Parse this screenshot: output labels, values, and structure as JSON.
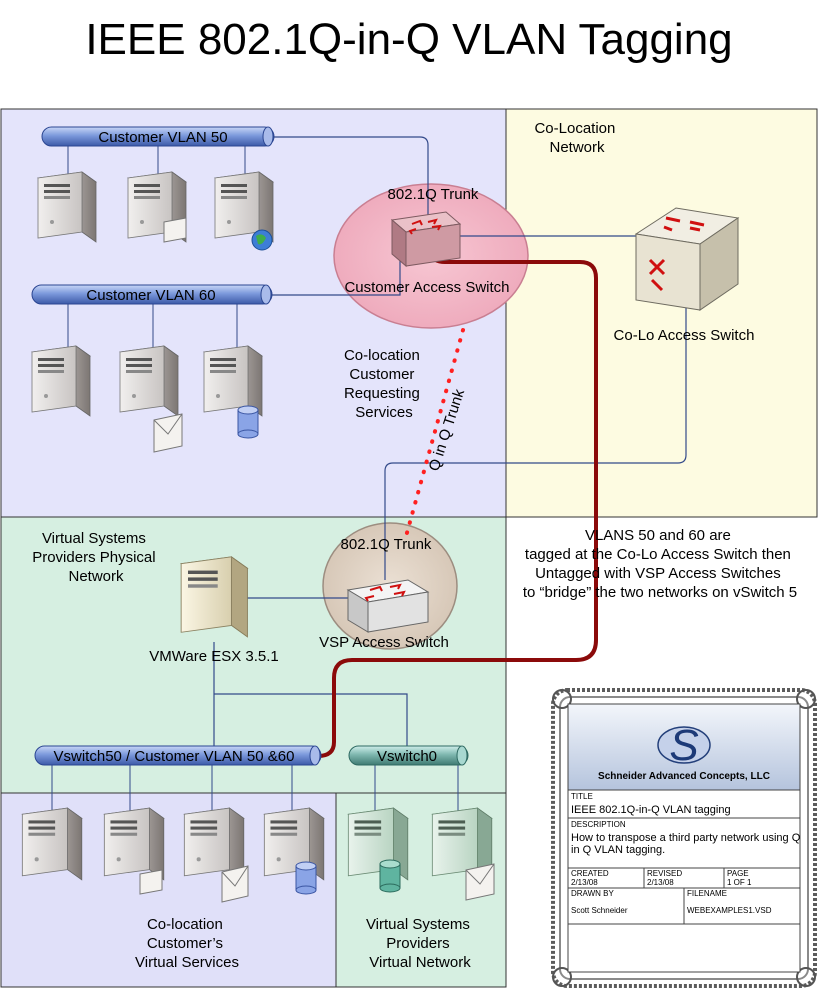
{
  "title": "IEEE 802.1Q-in-Q VLAN Tagging",
  "regions": {
    "customer_network_label": [
      "Co-location",
      "Customer",
      "Requesting",
      "Services"
    ],
    "colocation_label": [
      "Co-Location",
      "Network"
    ],
    "vsp_physical_label": [
      "Virtual Systems",
      "Providers Physical",
      "Network"
    ],
    "colo_virtual_label": [
      "Co-location",
      "Customer’s",
      "Virtual Services"
    ],
    "vsp_virtual_label": [
      "Virtual Systems",
      "Providers",
      "Virtual Network"
    ]
  },
  "buses": {
    "vlan50": "Customer VLAN 50",
    "vlan60": "Customer VLAN 60",
    "vswitch50": "Vswitch50 / Customer VLAN 50 &60",
    "vswitch0": "Vswitch0"
  },
  "devices": {
    "customer_access_switch": "Customer Access Switch",
    "trunk_top": "802.1Q Trunk",
    "colo_access_switch": "Co-Lo Access Switch",
    "vsp_access_switch": "VSP Access Switch",
    "trunk_bottom": "802.1Q Trunk",
    "vmware_host": "VMWare ESX 3.5.1",
    "q_in_q_trunk": "Q in Q Trunk"
  },
  "note": [
    "VLANS 50 and 60 are",
    "tagged at the Co-Lo Access Switch then",
    "Untagged with VSP Access Switches",
    "to “bridge” the two networks on vSwitch 5"
  ],
  "title_block": {
    "company": "Schneider Advanced Concepts, LLC",
    "title_label": "TITLE",
    "title_value": "IEEE 802.1Q-in-Q VLAN tagging",
    "description_label": "DESCRIPTION",
    "description_value": [
      "How to transpose a third party network using Q",
      "in Q VLAN tagging."
    ],
    "created_label": "CREATED",
    "created_value": "2/13/08",
    "revised_label": "REVISED",
    "revised_value": "2/13/08",
    "page_label": "PAGE",
    "page_value": "1 OF 1",
    "drawn_by_label": "DRAWN BY",
    "drawn_by_value": "Scott Schneider",
    "filename_label": "FILENAME",
    "filename_value": "WEBEXAMPLES1.VSD"
  },
  "colors": {
    "customer_region": "#e4e4fb",
    "colo_region": "#fdfbe1",
    "vsp_region": "#d6efe1",
    "colo_virtual_region": "#e0e0f9",
    "vsp_virtual_region": "#d6efe1",
    "trunk_line": "#8b0a0a",
    "qinq_dots": "#ff2020",
    "bus_blue": "#6f8fd9",
    "bus_teal": "#6eaea6"
  }
}
